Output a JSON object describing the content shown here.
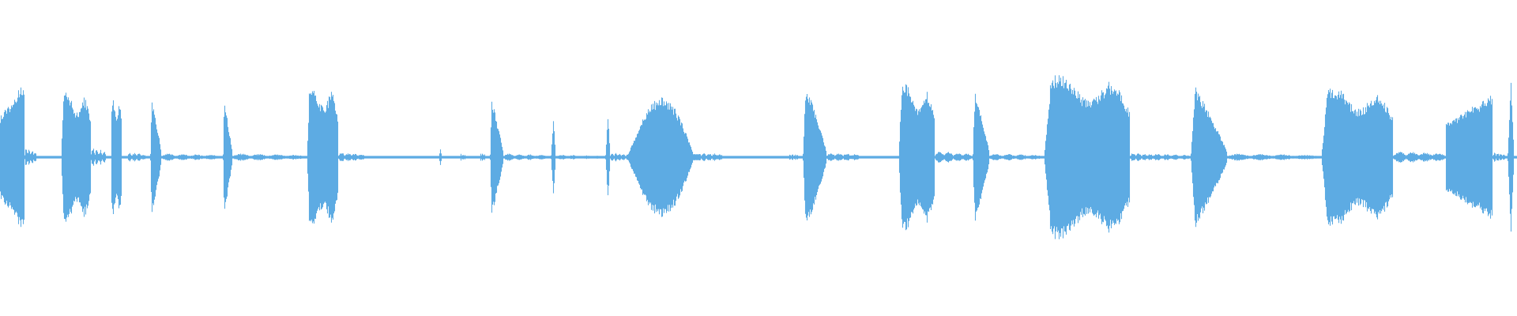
{
  "waveform": {
    "color": "#5DABE3",
    "background": "#FFFFFF",
    "silence_level": 0.01,
    "segments": [
      {
        "start": 0.0,
        "end": 0.016,
        "peak": 0.6,
        "shape": "ramp-up"
      },
      {
        "start": 0.016,
        "end": 0.024,
        "peak": 0.08,
        "shape": "ripple"
      },
      {
        "start": 0.04,
        "end": 0.06,
        "peak": 0.52,
        "shape": "plateau"
      },
      {
        "start": 0.06,
        "end": 0.07,
        "peak": 0.08,
        "shape": "ripple"
      },
      {
        "start": 0.073,
        "end": 0.08,
        "peak": 0.47,
        "shape": "plateau"
      },
      {
        "start": 0.084,
        "end": 0.096,
        "peak": 0.04,
        "shape": "ripple"
      },
      {
        "start": 0.099,
        "end": 0.106,
        "peak": 0.51,
        "shape": "spike-decay"
      },
      {
        "start": 0.106,
        "end": 0.144,
        "peak": 0.03,
        "shape": "ripple"
      },
      {
        "start": 0.147,
        "end": 0.153,
        "peak": 0.47,
        "shape": "spike-decay"
      },
      {
        "start": 0.153,
        "end": 0.2,
        "peak": 0.03,
        "shape": "ripple"
      },
      {
        "start": 0.202,
        "end": 0.223,
        "peak": 0.57,
        "shape": "plateau"
      },
      {
        "start": 0.223,
        "end": 0.24,
        "peak": 0.04,
        "shape": "ripple"
      },
      {
        "start": 0.289,
        "end": 0.291,
        "peak": 0.07,
        "shape": "spike"
      },
      {
        "start": 0.303,
        "end": 0.307,
        "peak": 0.03,
        "shape": "ripple"
      },
      {
        "start": 0.316,
        "end": 0.32,
        "peak": 0.04,
        "shape": "ripple"
      },
      {
        "start": 0.323,
        "end": 0.332,
        "peak": 0.49,
        "shape": "spike-decay"
      },
      {
        "start": 0.332,
        "end": 0.36,
        "peak": 0.03,
        "shape": "ripple"
      },
      {
        "start": 0.363,
        "end": 0.366,
        "peak": 0.32,
        "shape": "spike"
      },
      {
        "start": 0.366,
        "end": 0.398,
        "peak": 0.02,
        "shape": "ripple"
      },
      {
        "start": 0.399,
        "end": 0.402,
        "peak": 0.36,
        "shape": "spike"
      },
      {
        "start": 0.402,
        "end": 0.412,
        "peak": 0.04,
        "shape": "ripple"
      },
      {
        "start": 0.413,
        "end": 0.462,
        "peak": 0.53,
        "shape": "dome"
      },
      {
        "start": 0.462,
        "end": 0.476,
        "peak": 0.04,
        "shape": "ripple"
      },
      {
        "start": 0.52,
        "end": 0.526,
        "peak": 0.03,
        "shape": "ripple"
      },
      {
        "start": 0.529,
        "end": 0.545,
        "peak": 0.62,
        "shape": "spike-decay"
      },
      {
        "start": 0.545,
        "end": 0.566,
        "peak": 0.04,
        "shape": "ripple"
      },
      {
        "start": 0.576,
        "end": 0.578,
        "peak": 0.02,
        "shape": "ripple"
      },
      {
        "start": 0.592,
        "end": 0.616,
        "peak": 0.58,
        "shape": "plateau"
      },
      {
        "start": 0.616,
        "end": 0.64,
        "peak": 0.05,
        "shape": "ripple"
      },
      {
        "start": 0.641,
        "end": 0.652,
        "peak": 0.56,
        "shape": "spike-decay"
      },
      {
        "start": 0.652,
        "end": 0.686,
        "peak": 0.03,
        "shape": "ripple"
      },
      {
        "start": 0.688,
        "end": 0.745,
        "peak": 0.66,
        "shape": "plateau"
      },
      {
        "start": 0.745,
        "end": 0.76,
        "peak": 0.04,
        "shape": "ripple"
      },
      {
        "start": 0.76,
        "end": 0.784,
        "peak": 0.03,
        "shape": "ripple"
      },
      {
        "start": 0.785,
        "end": 0.809,
        "peak": 0.61,
        "shape": "spike-decay"
      },
      {
        "start": 0.809,
        "end": 0.868,
        "peak": 0.03,
        "shape": "ripple"
      },
      {
        "start": 0.871,
        "end": 0.918,
        "peak": 0.56,
        "shape": "plateau"
      },
      {
        "start": 0.918,
        "end": 0.952,
        "peak": 0.05,
        "shape": "ripple"
      },
      {
        "start": 0.953,
        "end": 0.984,
        "peak": 0.5,
        "shape": "ramp-up"
      },
      {
        "start": 0.984,
        "end": 0.992,
        "peak": 0.04,
        "shape": "ripple"
      },
      {
        "start": 0.994,
        "end": 0.998,
        "peak": 0.62,
        "shape": "spike"
      }
    ]
  }
}
